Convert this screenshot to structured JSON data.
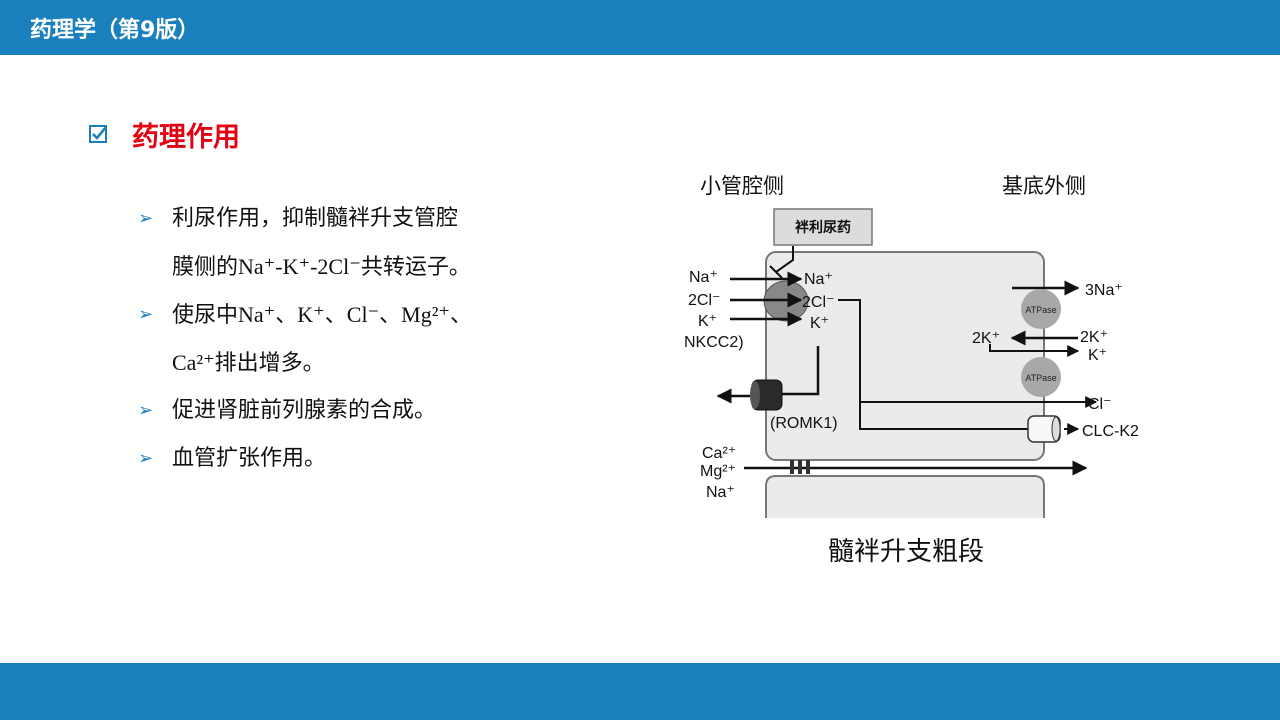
{
  "header": {
    "title": "药理学（第9版）"
  },
  "section": {
    "title": "药理作用"
  },
  "bullets": {
    "b1_line1": "利尿作用，抑制髓袢升支管腔",
    "b1_line2_pre": "膜侧的",
    "b1_ions": "Na⁺-K⁺-2Cl⁻",
    "b1_line2_post": "共转运子。",
    "b2_pre": "使尿中",
    "b2_ions": "Na⁺、K⁺、Cl⁻、Mg²⁺、",
    "b2_line2_ions": "Ca²⁺",
    "b2_line2_post": "排出增多。",
    "b3": "促进肾脏前列腺素的合成。",
    "b4": "血管扩张作用。"
  },
  "diagram": {
    "lumen_label": "小管腔侧",
    "basolateral_label": "基底外侧",
    "drug_label": "袢利尿药",
    "lumen_ions": [
      "Na⁺",
      "2Cl⁻",
      "K⁺"
    ],
    "transporter_label": "NKCC2)",
    "cell_ions": [
      "Na⁺",
      "2Cl⁻",
      "K⁺"
    ],
    "romk_label": "(ROMK1)",
    "atpase_label": "ATPase",
    "out_na": "3Na⁺",
    "in_k_left": "2K⁺",
    "in_k_right": "2K⁺",
    "k_out": "K⁺",
    "cl_out": "Cl⁻",
    "clc_label": "CLC-K2",
    "para_ions": [
      "Ca²⁺",
      "Mg²⁺",
      "Na⁺"
    ],
    "caption": "髓袢升支粗段"
  }
}
